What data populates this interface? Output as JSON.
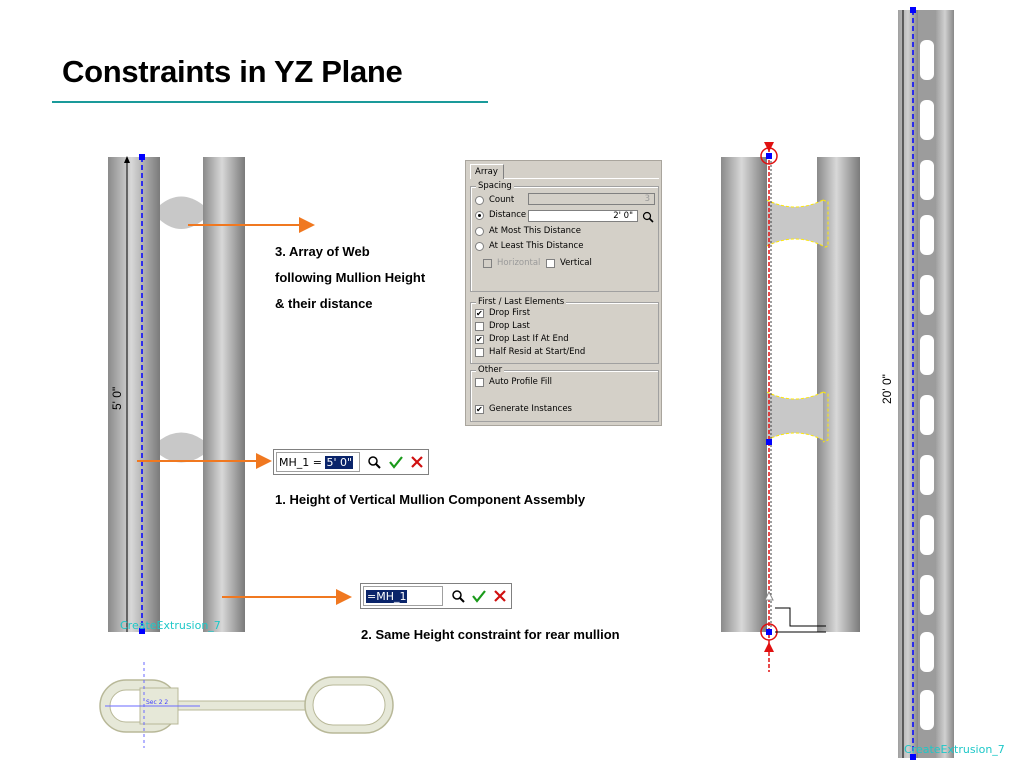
{
  "slide": {
    "title": "Constraints in YZ Plane"
  },
  "notes": {
    "array_web": [
      "3. Array of Web",
      "following Mullion Height",
      "& their distance"
    ],
    "height_vertical": "1. Height of Vertical Mullion Component Assembly",
    "same_height": "2. Same Height constraint for rear mullion"
  },
  "expressions": {
    "mh1_prefix": "MH_1 = ",
    "mh1_value": "5' 0\"",
    "rear_value": "=MH_1"
  },
  "drawing_labels": {
    "left_dimension": "5'  0\"",
    "right_dimension": "20'  0\"",
    "left_feature": "CreateExtrusion_7",
    "right_feature": "CreateExtrusion_7",
    "profile_tag": "Sec 2 2"
  },
  "array_dialog": {
    "tab": "Array",
    "spacing_legend": "Spacing",
    "count_label": "Count",
    "count_value": "3",
    "distance_label": "Distance",
    "distance_value": "2' 0\"",
    "at_most_label": "At Most This Distance",
    "at_least_label": "At Least This Distance",
    "horizontal_label": "Horizontal",
    "vertical_label": "Vertical",
    "first_last_legend": "First / Last Elements",
    "drop_first_label": "Drop First",
    "drop_last_label": "Drop Last",
    "drop_last_if_label": "Drop Last If At End",
    "half_resid_label": "Half Resid at Start/End",
    "other_legend": "Other",
    "auto_profile_label": "Auto Profile Fill",
    "generate_label": "Generate Instances"
  },
  "colors": {
    "accent_rule": "#1a9a9a",
    "arrow": "#f07820",
    "cad_label": "#1ec8c8",
    "constraint_red": "#e01010",
    "dimension_blue": "#0000ff"
  }
}
